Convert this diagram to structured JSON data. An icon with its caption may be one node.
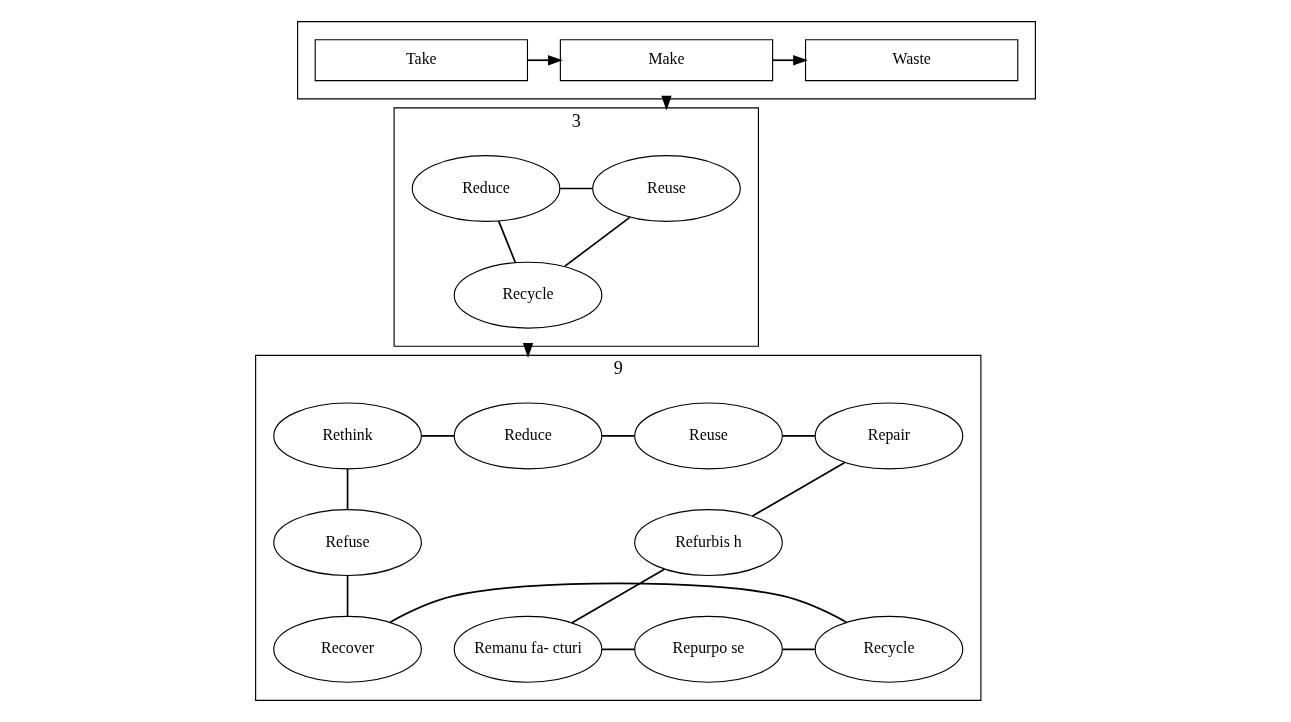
{
  "diagram": {
    "nodes": [
      {
        "text": [],
        "shape": "box"
      },
      {
        "text": [
          "Take"
        ],
        "in": 0
      },
      {
        "text": [
          "Make"
        ],
        "in": 0
      },
      {
        "text": [
          "Waste"
        ],
        "in": 0
      },
      {
        "text": [
          "3"
        ]
      },
      {
        "text": [
          "Reduce"
        ],
        "in": 4
      },
      {
        "text": [
          "Reuse"
        ],
        "in": 4
      },
      {
        "text": [
          "Recycle"
        ],
        "in": 4
      },
      {
        "text": [
          "9"
        ]
      },
      {
        "text": [
          "Refuse"
        ],
        "in": 8
      },
      {
        "text": [
          "Rethink"
        ],
        "in": 8
      },
      {
        "text": [
          "Reduce"
        ],
        "in": 8
      },
      {
        "text": [
          "Reuse"
        ],
        "in": 8
      },
      {
        "text": [
          "Repair"
        ],
        "in": 8
      },
      {
        "text": [
          "Refurbis h"
        ],
        "in": 8
      },
      {
        "text": [
          "Remanu fa- cturi"
        ],
        "in": 8
      },
      {
        "text": [
          "Repurpo se"
        ],
        "in": 8
      },
      {
        "text": [
          "Recycle"
        ],
        "in": 8
      },
      {
        "text": [
          "Recover"
        ],
        "in": 8
      }
    ],
    "edges": [
      {
        "from": 1,
        "to": 2,
        "arrow": "to"
      },
      {
        "from": 2,
        "to": 3,
        "arrow": "to"
      },
      {
        "from": 0,
        "to": 4,
        "arrow": "to"
      },
      {
        "from": 5,
        "to": 6,
        "arrow": "none"
      },
      {
        "from": 6,
        "to": 7,
        "arrow": "none"
      },
      {
        "from": 7,
        "to": 5,
        "arrow": "none"
      },
      {
        "from": 4,
        "to": 8,
        "arrow": "to"
      },
      {
        "from": 9,
        "to": 10,
        "arrow": "none"
      },
      {
        "from": 10,
        "to": 11,
        "arrow": "none"
      },
      {
        "from": 11,
        "to": 12,
        "arrow": "none"
      },
      {
        "from": 12,
        "to": 13,
        "arrow": "none"
      },
      {
        "from": 13,
        "to": 14,
        "arrow": "none"
      },
      {
        "from": 14,
        "to": 15,
        "arrow": "none"
      },
      {
        "from": 15,
        "to": 16,
        "arrow": "none"
      },
      {
        "from": 16,
        "to": 17,
        "arrow": "none"
      },
      {
        "from": 17,
        "to": 18,
        "arrow": "none"
      },
      {
        "from": 18,
        "to": 9,
        "arrow": "none"
      }
    ]
  }
}
